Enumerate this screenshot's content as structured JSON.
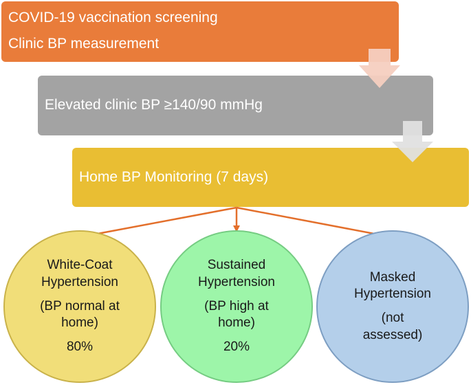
{
  "steps": {
    "screening": {
      "line1": "COVID-19 vaccination screening",
      "line2": "Clinic BP measurement"
    },
    "elevated": {
      "label": "Elevated clinic BP ≥140/90 mmHg"
    },
    "home": {
      "label": "Home BP Monitoring (7 days)"
    }
  },
  "outcomes": [
    {
      "title_line1": "White-Coat",
      "title_line2": "Hypertension",
      "detail_line1": "(BP normal at",
      "detail_line2": "home)",
      "percent": "80%"
    },
    {
      "title_line1": "Sustained",
      "title_line2": "Hypertension",
      "detail_line1": "(BP high at",
      "detail_line2": "home)",
      "percent": "20%"
    },
    {
      "title_line1": "Masked",
      "title_line2": "Hypertension",
      "detail_line1": "(not",
      "detail_line2": "assessed)"
    }
  ],
  "colors": {
    "screening": "#E97C3A",
    "elevated": "#A3A3A3",
    "home": "#E9BE33",
    "connector": "#E36F2B",
    "white_coat": "#F1DE79",
    "sustained": "#9DF5A9",
    "masked": "#B4CFEA"
  }
}
